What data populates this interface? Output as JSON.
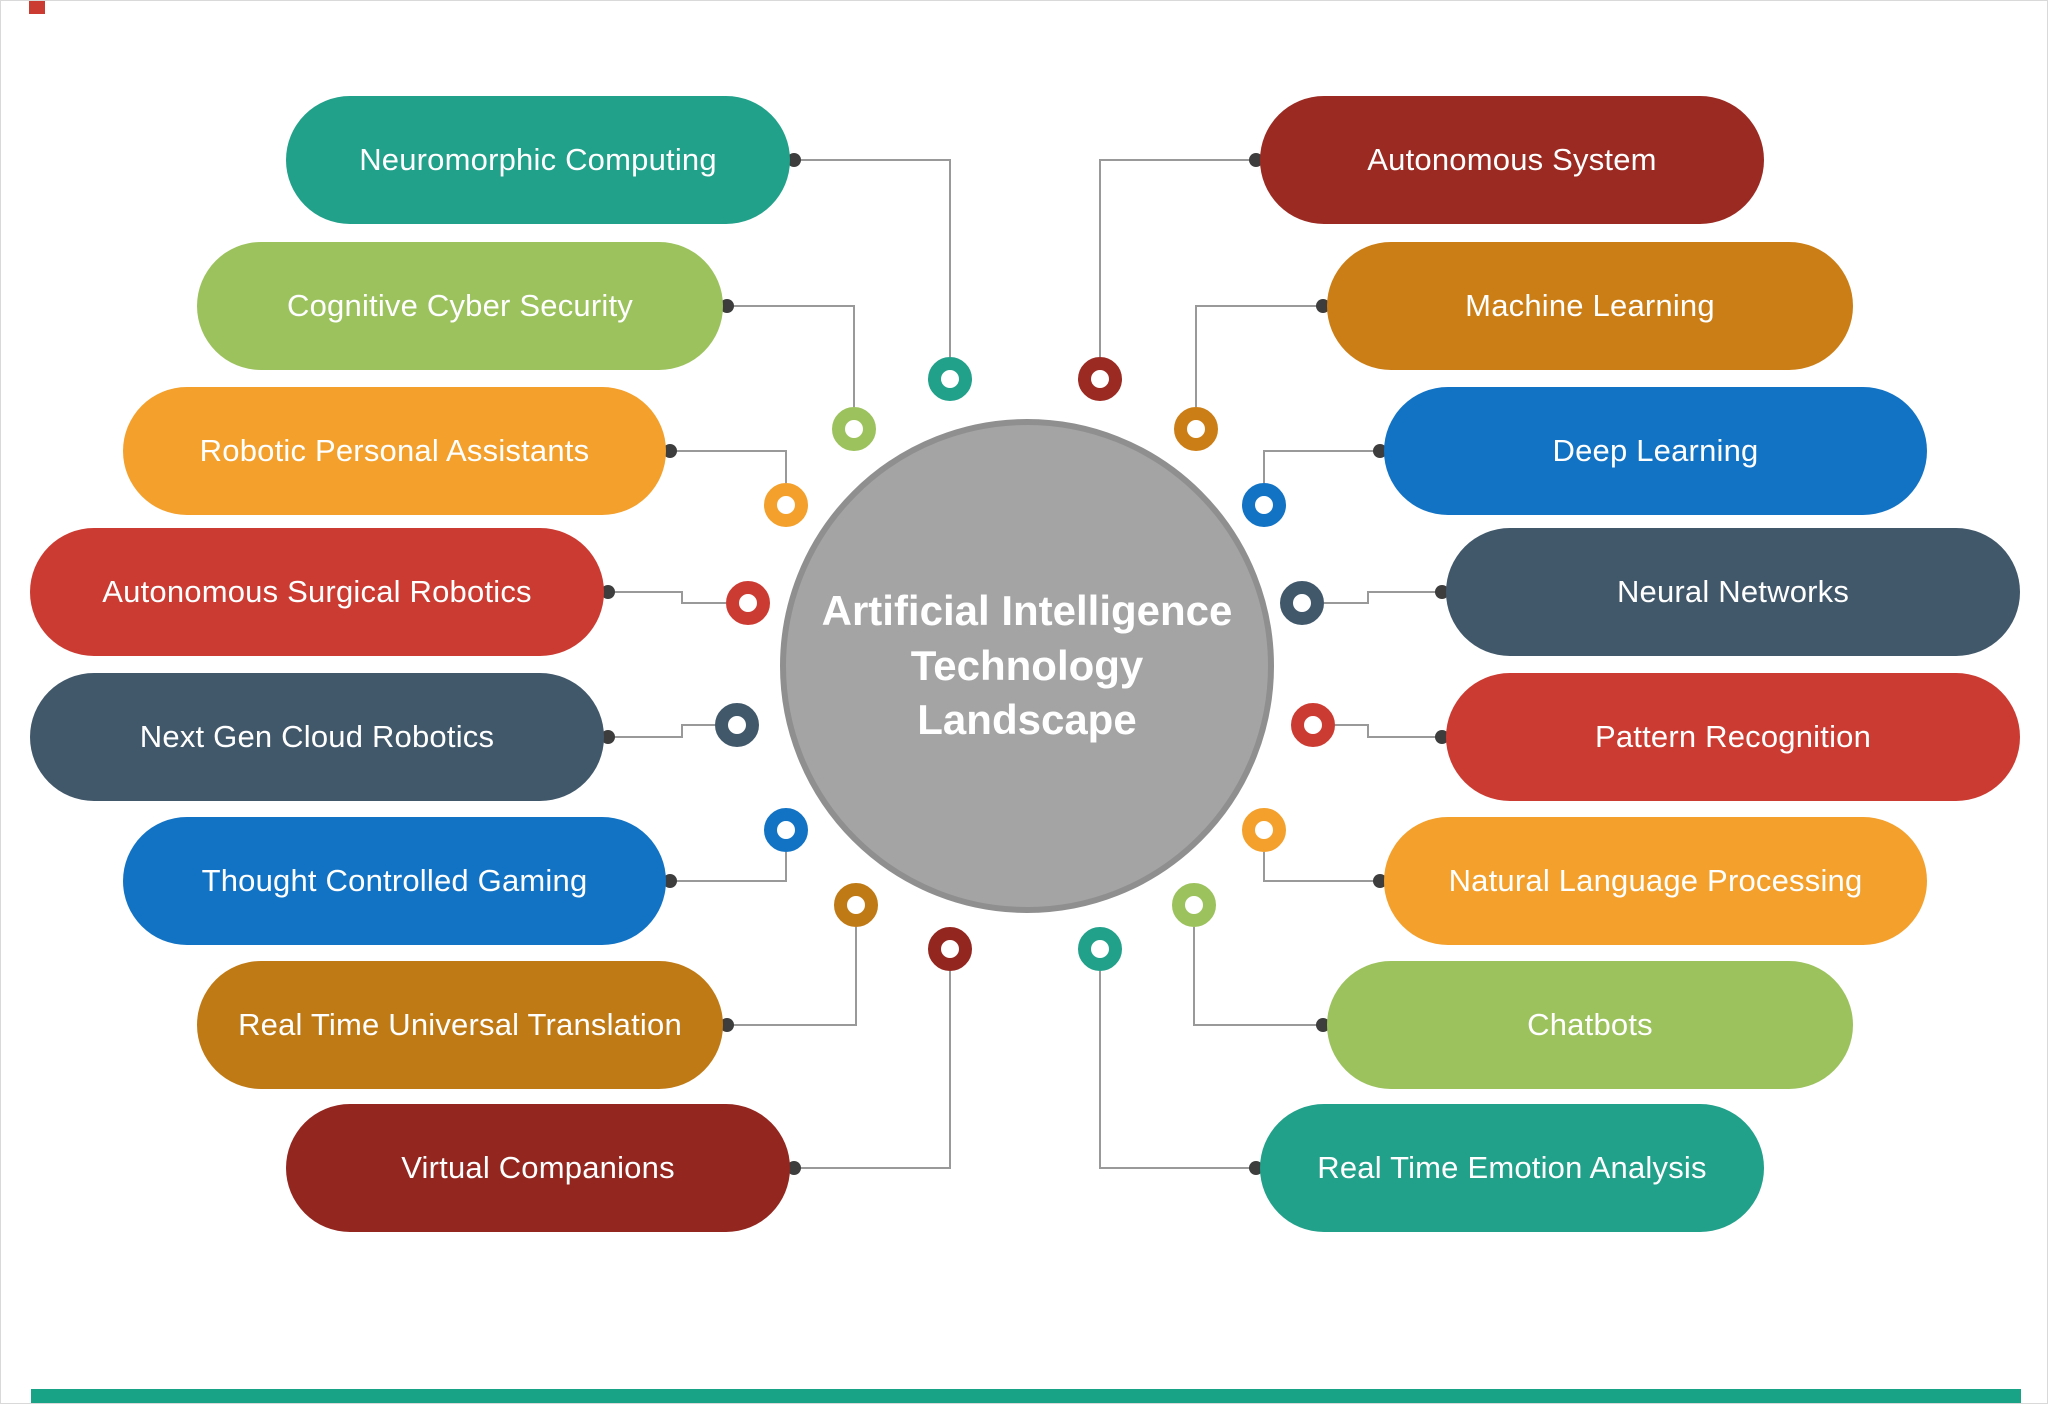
{
  "center": {
    "title_line1": "Artificial Intelligence",
    "title_line2": "Technology",
    "title_line3": "Landscape"
  },
  "items_left": [
    {
      "label": "Neuromorphic Computing",
      "color": "#21a08a"
    },
    {
      "label": "Cognitive Cyber Security",
      "color": "#9cc25e"
    },
    {
      "label": "Robotic Personal Assistants",
      "color": "#f3a02c"
    },
    {
      "label": "Autonomous Surgical Robotics",
      "color": "#cc3b32"
    },
    {
      "label": "Next Gen Cloud Robotics",
      "color": "#41586b"
    },
    {
      "label": "Thought Controlled Gaming",
      "color": "#1273c5"
    },
    {
      "label": "Real Time Universal Translation",
      "color": "#c07a15"
    },
    {
      "label": "Virtual Companions",
      "color": "#93261f"
    }
  ],
  "items_right": [
    {
      "label": "Autonomous System",
      "color": "#9b2a22"
    },
    {
      "label": "Machine Learning",
      "color": "#cc7e16"
    },
    {
      "label": "Deep Learning",
      "color": "#1273c5"
    },
    {
      "label": "Neural Networks",
      "color": "#41586b"
    },
    {
      "label": "Pattern Recognition",
      "color": "#cc3b32"
    },
    {
      "label": "Natural Language Processing",
      "color": "#f3a02c"
    },
    {
      "label": "Chatbots",
      "color": "#9cc25e"
    },
    {
      "label": "Real Time Emotion Analysis",
      "color": "#21a08a"
    }
  ],
  "accent": {
    "footer_bar_color": "#18a286",
    "circle_fill": "#a4a4a4",
    "circle_border": "#8f8f8f",
    "line_color": "#999999",
    "dot_color": "#3d3d3d",
    "corner_mark_color": "#cc3b32"
  }
}
